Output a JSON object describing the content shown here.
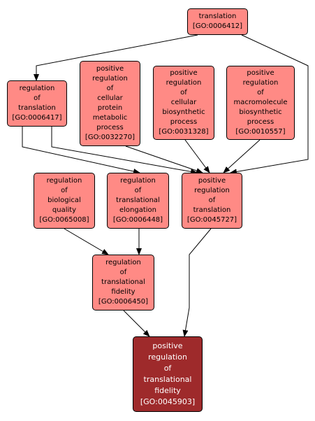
{
  "colors": {
    "node_fill": "#ff8a85",
    "focus_fill": "#9e2a2b",
    "border": "#000000",
    "edge": "#000000"
  },
  "nodes": {
    "translation": {
      "lines": [
        "translation",
        "[GO:0006412]"
      ]
    },
    "regulation_of_translation": {
      "lines": [
        "regulation",
        "of",
        "translation",
        "[GO:0006417]"
      ]
    },
    "positive_regulation_of_cellular_protein_metabolic_process": {
      "lines": [
        "positive",
        "regulation",
        "of",
        "cellular",
        "protein",
        "metabolic",
        "process",
        "[GO:0032270]"
      ]
    },
    "positive_regulation_of_cellular_biosynthetic_process": {
      "lines": [
        "positive",
        "regulation",
        "of",
        "cellular",
        "biosynthetic",
        "process",
        "[GO:0031328]"
      ]
    },
    "positive_regulation_of_macromolecule_biosynthetic_process": {
      "lines": [
        "positive",
        "regulation",
        "of",
        "macromolecule",
        "biosynthetic",
        "process",
        "[GO:0010557]"
      ]
    },
    "regulation_of_biological_quality": {
      "lines": [
        "regulation",
        "of",
        "biological",
        "quality",
        "[GO:0065008]"
      ]
    },
    "regulation_of_translational_elongation": {
      "lines": [
        "regulation",
        "of",
        "translational",
        "elongation",
        "[GO:0006448]"
      ]
    },
    "positive_regulation_of_translation": {
      "lines": [
        "positive",
        "regulation",
        "of",
        "translation",
        "[GO:0045727]"
      ]
    },
    "regulation_of_translational_fidelity": {
      "lines": [
        "regulation",
        "of",
        "translational",
        "fidelity",
        "[GO:0006450]"
      ]
    },
    "positive_regulation_of_translational_fidelity": {
      "lines": [
        "positive",
        "regulation",
        "of",
        "translational",
        "fidelity",
        "[GO:0045903]"
      ]
    }
  },
  "edges": [
    [
      "translation",
      "regulation_of_translation"
    ],
    [
      "translation",
      "positive_regulation_of_translation"
    ],
    [
      "regulation_of_translation",
      "regulation_of_translational_elongation"
    ],
    [
      "regulation_of_translation",
      "positive_regulation_of_translation"
    ],
    [
      "positive_regulation_of_cellular_protein_metabolic_process",
      "positive_regulation_of_translation"
    ],
    [
      "positive_regulation_of_cellular_biosynthetic_process",
      "positive_regulation_of_translation"
    ],
    [
      "positive_regulation_of_macromolecule_biosynthetic_process",
      "positive_regulation_of_translation"
    ],
    [
      "regulation_of_biological_quality",
      "regulation_of_translational_fidelity"
    ],
    [
      "regulation_of_translational_elongation",
      "regulation_of_translational_fidelity"
    ],
    [
      "regulation_of_translational_fidelity",
      "positive_regulation_of_translational_fidelity"
    ],
    [
      "positive_regulation_of_translation",
      "positive_regulation_of_translational_fidelity"
    ]
  ]
}
